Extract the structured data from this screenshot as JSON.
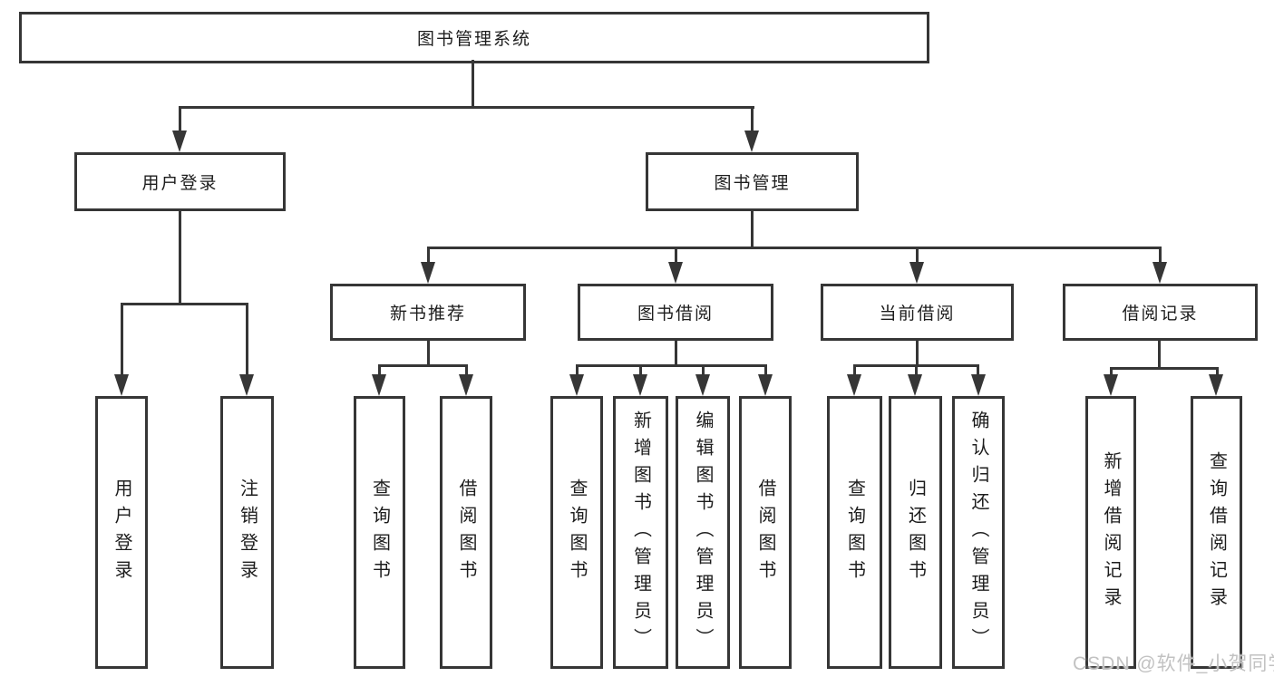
{
  "nodes": {
    "root": "图书管理系统",
    "user_login": "用户登录",
    "book_mgmt": "图书管理",
    "new_book_rec": "新书推荐",
    "book_borrow": "图书借阅",
    "current_borrow": "当前借阅",
    "borrow_records": "借阅记录",
    "login_leaf": "用户登录",
    "logout_leaf": "注销登录",
    "nbr_query": "查询图书",
    "nbr_borrow": "借阅图书",
    "bb_query": "查询图书",
    "bb_add": "新增图书（管理员）",
    "bb_edit": "编辑图书（管理员）",
    "bb_borrow": "借阅图书",
    "cb_query": "查询图书",
    "cb_return": "归还图书",
    "cb_confirm": "确认归还（管理员）",
    "br_add": "新增借阅记录",
    "br_query": "查询借阅记录"
  },
  "tree": {
    "图书管理系统": {
      "用户登录": [
        "用户登录",
        "注销登录"
      ],
      "图书管理": {
        "新书推荐": [
          "查询图书",
          "借阅图书"
        ],
        "图书借阅": [
          "查询图书",
          "新增图书（管理员）",
          "编辑图书（管理员）",
          "借阅图书"
        ],
        "当前借阅": [
          "查询图书",
          "归还图书",
          "确认归还（管理员）"
        ],
        "借阅记录": [
          "新增借阅记录",
          "查询借阅记录"
        ]
      }
    }
  },
  "watermark": "CSDN @软件_小贺同学",
  "colors": {
    "line": "#363636",
    "text": "#1d1d1d",
    "box_bg": "#ffffff",
    "watermark": "#c2c2c2"
  }
}
